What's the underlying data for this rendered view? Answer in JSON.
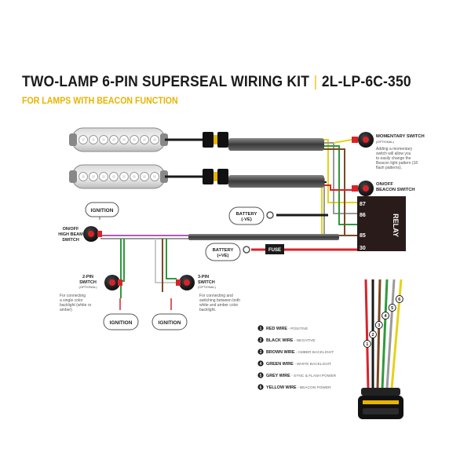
{
  "header": {
    "title": "TWO-LAMP 6-PIN SUPERSEAL WIRING KIT",
    "separator": "|",
    "part_number": "2L-LP-6C-350",
    "subtitle": "FOR LAMPS WITH BEACON FUNCTION"
  },
  "relay": {
    "label": "RELAY",
    "pins": [
      "87",
      "86",
      "85",
      "30"
    ]
  },
  "components": {
    "momentary_switch": {
      "title_line1": "MOMENTARY SWITCH",
      "title_line2": "(OPTIONAL)",
      "desc": [
        "Adding a momentary",
        "switch will allow you",
        "to easily change the",
        "Beacon light pattern (18",
        "flash patterns)."
      ]
    },
    "beacon_switch": {
      "line1": "ON/OFF",
      "line2": "BEACON SWITCH"
    },
    "battery_negative": {
      "line1": "BATTERY",
      "line2": "(-VE)"
    },
    "battery_positive": {
      "line1": "BATTERY",
      "line2": "(+VE)"
    },
    "fuse": {
      "label": "FUSE"
    },
    "ignition_top": {
      "label": "IGNITION"
    },
    "high_beam_switch": {
      "line1": "ON/OFF",
      "line2": "HIGH BEAM",
      "line3": "SWITCH"
    },
    "two_pin_switch": {
      "line1": "2-PIN",
      "line2": "SWITCH",
      "line3": "(OPTIONAL)",
      "desc": [
        "For connecting",
        "a single color",
        "backlight (white or",
        "amber)"
      ]
    },
    "three_pin_switch": {
      "line1": "3-PIN",
      "line2": "SWITCH",
      "line3": "(OPTIONAL)",
      "desc": [
        "For connecting and",
        "switching between both",
        "white and amber color",
        "backlight."
      ]
    },
    "ignition_bottom_left": {
      "label": "IGNITION"
    },
    "ignition_bottom_right": {
      "label": "IGNITION"
    }
  },
  "legend": [
    {
      "num": "1",
      "name": "RED WIRE",
      "desc": " - POSITIVE",
      "color": "#d8232a"
    },
    {
      "num": "2",
      "name": "BLACK WIRE",
      "desc": " - NEGATIVE",
      "color": "#1a1a1a"
    },
    {
      "num": "3",
      "name": "BROWN WIRE",
      "desc": " - AMBER BACKLIGHT",
      "color": "#7a4a24"
    },
    {
      "num": "4",
      "name": "GREEN WIRE",
      "desc": " - WHITE BACKLIGHT",
      "color": "#2f9a3c"
    },
    {
      "num": "5",
      "name": "GREY WIRE",
      "desc": " - SYNC & FLASH POWER",
      "color": "#9a9a9a"
    },
    {
      "num": "6",
      "name": "YELLOW WIRE",
      "desc": " - BEACON POWER",
      "color": "#e6d21a"
    }
  ],
  "colors": {
    "red": "#d8232a",
    "black": "#1a1a1a",
    "brown": "#7a4a24",
    "green": "#2f9a3c",
    "grey": "#9a9a9a",
    "yellow": "#e6d21a",
    "purple": "#b25ab8",
    "accent": "#f2c318"
  }
}
